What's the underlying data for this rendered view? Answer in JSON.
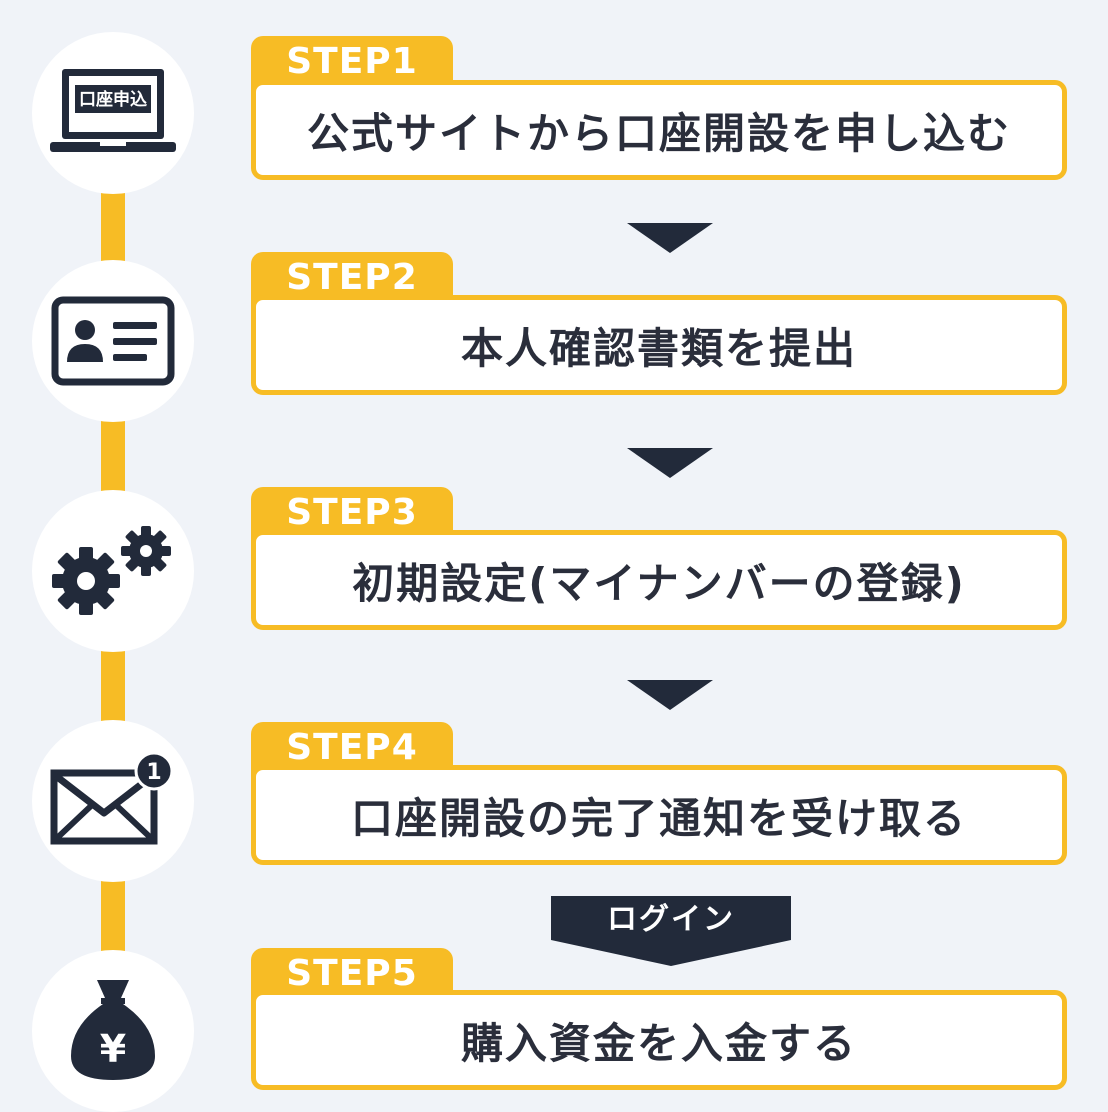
{
  "colors": {
    "accent": "#f7bc25",
    "dark": "#222a3a",
    "background": "#f0f3f8",
    "box": "#ffffff",
    "text": "#2a2e3b"
  },
  "steps": [
    {
      "tab": "STEP1",
      "text": "公式サイトから口座開設を申し込む",
      "icon": "laptop-icon",
      "icon_label": "口座申込"
    },
    {
      "tab": "STEP2",
      "text": "本人確認書類を提出",
      "icon": "id-card-icon"
    },
    {
      "tab": "STEP3",
      "text": "初期設定(マイナンバーの登録)",
      "icon": "gears-icon"
    },
    {
      "tab": "STEP4",
      "text": "口座開設の完了通知を受け取る",
      "icon": "mail-notification-icon",
      "badge": "1"
    },
    {
      "tab": "STEP5",
      "text": "購入資金を入金する",
      "icon": "money-bag-icon",
      "symbol": "¥"
    }
  ],
  "login_label": "ログイン"
}
